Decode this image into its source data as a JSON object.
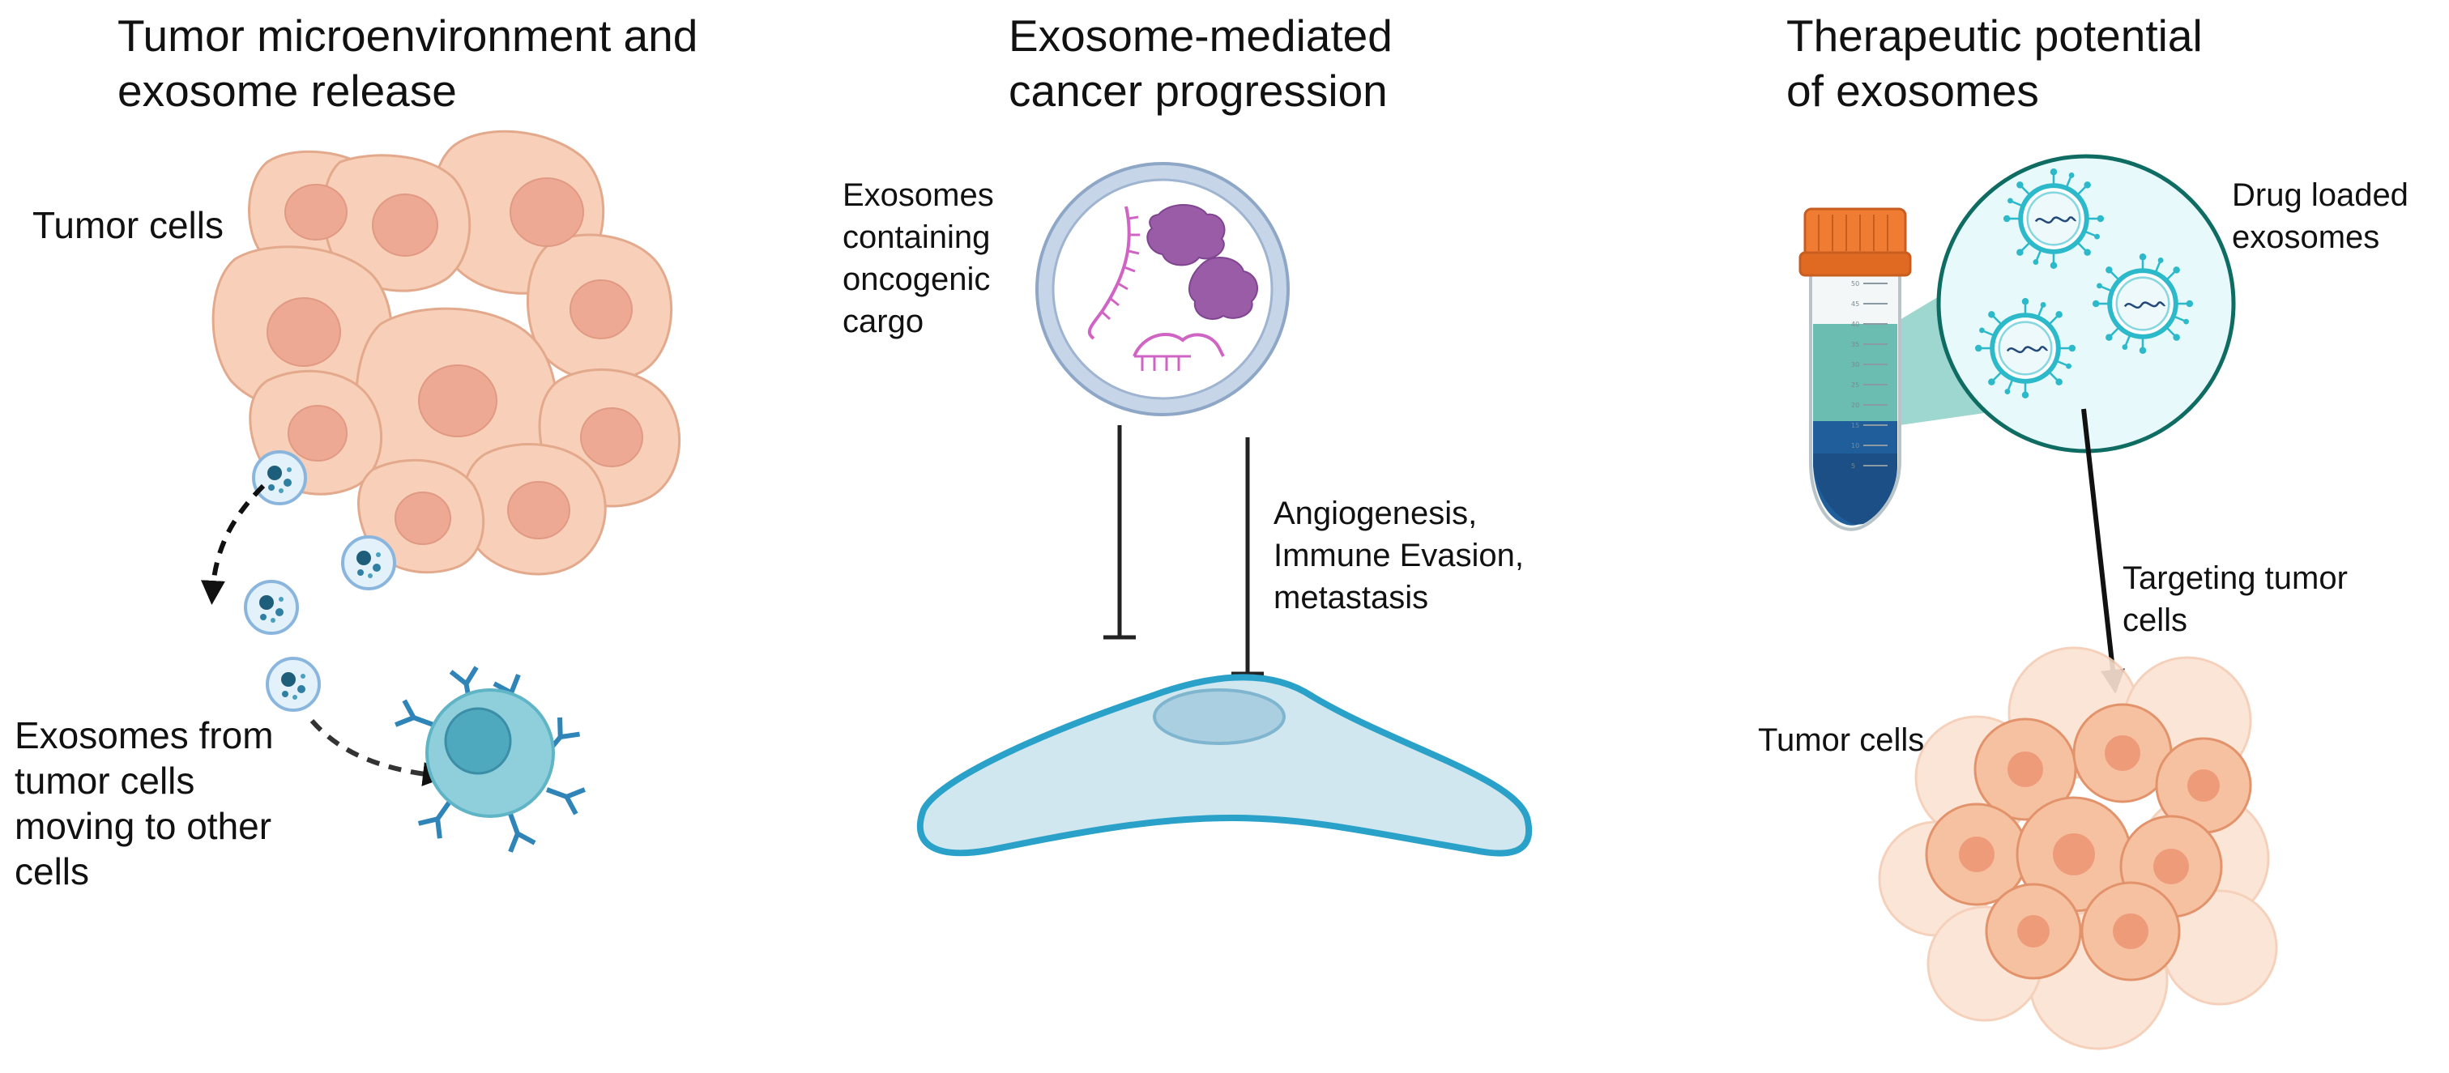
{
  "panels": [
    {
      "title_lines": [
        "Tumor microenvironment and",
        "exosome release"
      ],
      "labels": {
        "tumor_cells": "Tumor cells",
        "exosomes_moving": [
          "Exosomes from",
          "tumor cells",
          "moving to other",
          "cells"
        ]
      }
    },
    {
      "title_lines": [
        "Exosome-mediated",
        "cancer progression"
      ],
      "labels": {
        "cargo": [
          "Exosomes",
          "containing",
          "oncogenic",
          "cargo"
        ],
        "effects": [
          "Angiogenesis,",
          "Immune Evasion,",
          "metastasis"
        ]
      }
    },
    {
      "title_lines": [
        "Therapeutic potential",
        "of exosomes"
      ],
      "labels": {
        "drug_loaded": [
          "Drug loaded",
          "exosomes"
        ],
        "targeting": [
          "Targeting tumor",
          "cells"
        ],
        "tumor_cells": "Tumor cells"
      }
    }
  ],
  "tube_scale_marks": [
    "50",
    "45",
    "40",
    "35",
    "30",
    "25",
    "20",
    "15",
    "10",
    "5"
  ],
  "colors": {
    "tumor_cell_fill": "#f8cfb8",
    "tumor_cell_stroke": "#e3a98c",
    "tumor_nucleus": "#eea994",
    "exosome_fill": "#e3f1fb",
    "exosome_stroke": "#8ab6de",
    "exosome_dot": "#1f5e7a",
    "immune_cell": "#8ecfdb",
    "immune_nucleus": "#4ea9bf",
    "antibody": "#2f84b8",
    "circle_ring": "#b9cde6",
    "cargo_protein": "#9a5ba7",
    "cargo_rna": "#d064c4",
    "target_cell_fill": "#d1e7ef",
    "target_cell_stroke": "#2aa1c9",
    "tube_cap": "#f07b32",
    "tube_liquid": "#1f5e9b",
    "tube_teal": "#3ea89a",
    "zoom_ring": "#0f6c62",
    "zoom_fill": "#e7f9fb",
    "drug_exosome": "#2cb9c9",
    "arrow": "#111111"
  }
}
